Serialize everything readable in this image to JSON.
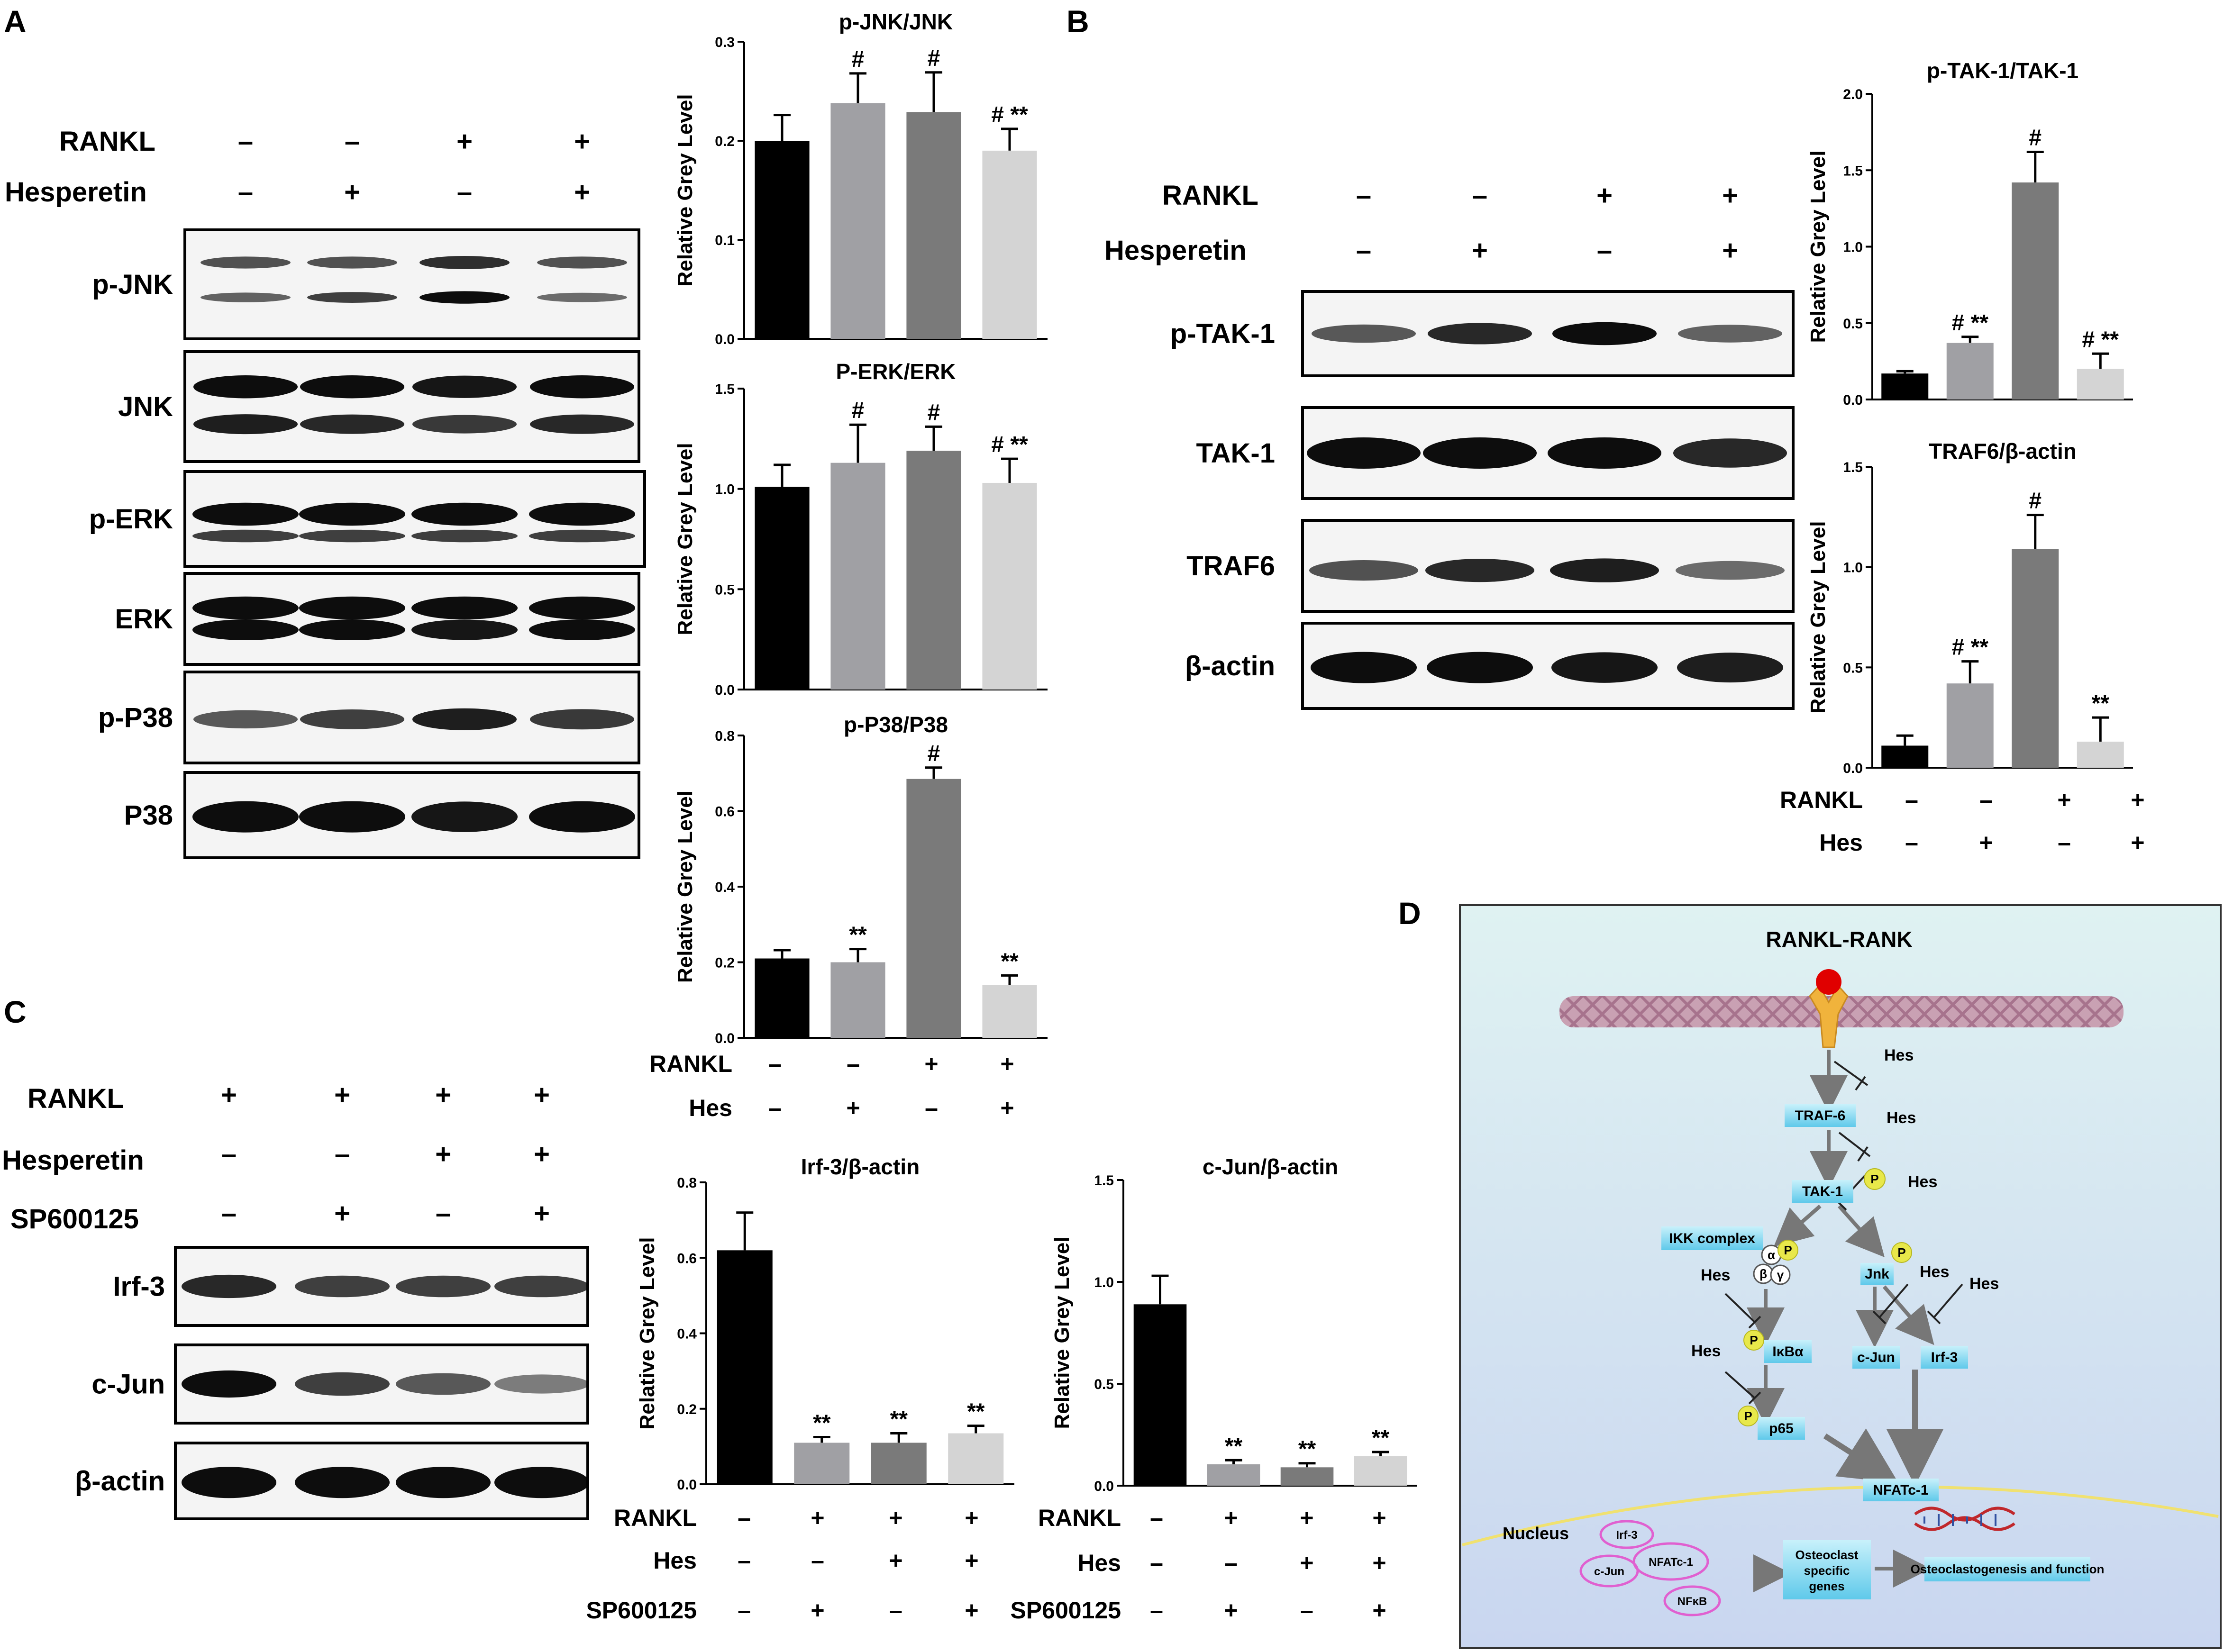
{
  "panels": {
    "A": "A",
    "B": "B",
    "C": "C",
    "D": "D"
  },
  "conditions": {
    "rankl": "RANKL",
    "hesperetin": "Hesperetin",
    "hes": "Hes",
    "sp": "SP600125",
    "plus": "+",
    "minus": "–"
  },
  "panelA": {
    "rankl_signs": [
      "–",
      "–",
      "+",
      "+"
    ],
    "hes_signs": [
      "–",
      "+",
      "–",
      "+"
    ],
    "blots": [
      "p-JNK",
      "JNK",
      "p-ERK",
      "ERK",
      "p-P38",
      "P38"
    ]
  },
  "panelB": {
    "rankl_signs": [
      "–",
      "–",
      "+",
      "+"
    ],
    "hes_signs": [
      "–",
      "+",
      "–",
      "+"
    ],
    "blots": [
      "p-TAK-1",
      "TAK-1",
      "TRAF6",
      "β-actin"
    ]
  },
  "panelC": {
    "rankl_signs": [
      "+",
      "+",
      "+",
      "+"
    ],
    "hes_signs": [
      "–",
      "–",
      "+",
      "+"
    ],
    "sp_signs": [
      "–",
      "+",
      "–",
      "+"
    ],
    "blots": [
      "Irf-3",
      "c-Jun",
      "β-actin"
    ]
  },
  "chart_data": [
    {
      "id": "pjnk",
      "type": "bar",
      "title": "p-JNK/JNK",
      "ylabel": "Relative Grey Level",
      "ylim": [
        0,
        0.3
      ],
      "ticks": [
        "0.0",
        "0.1",
        "0.2",
        "0.3"
      ],
      "tick_values": [
        0,
        0.1,
        0.2,
        0.3
      ],
      "values": [
        0.2,
        0.238,
        0.229,
        0.19
      ],
      "errors": [
        0.026,
        0.03,
        0.04,
        0.022
      ],
      "sig": [
        "",
        "#",
        "#",
        "# **"
      ],
      "conditions": {
        "RANKL": [
          "–",
          "–",
          "+",
          "+"
        ],
        "Hes": [
          "–",
          "+",
          "–",
          "+"
        ]
      }
    },
    {
      "id": "perk",
      "type": "bar",
      "title": "P-ERK/ERK",
      "ylabel": "Relative Grey Level",
      "ylim": [
        0,
        1.5
      ],
      "ticks": [
        "0.0",
        "0.5",
        "1.0",
        "1.5"
      ],
      "tick_values": [
        0,
        0.5,
        1.0,
        1.5
      ],
      "values": [
        1.01,
        1.13,
        1.19,
        1.03
      ],
      "errors": [
        0.11,
        0.19,
        0.12,
        0.12
      ],
      "sig": [
        "",
        "#",
        "#",
        "# **"
      ],
      "conditions": {
        "RANKL": [
          "–",
          "–",
          "+",
          "+"
        ],
        "Hes": [
          "–",
          "+",
          "–",
          "+"
        ]
      }
    },
    {
      "id": "pp38",
      "type": "bar",
      "title": "p-P38/P38",
      "ylabel": "Relative Grey Level",
      "ylim": [
        0,
        0.8
      ],
      "ticks": [
        "0.0",
        "0.2",
        "0.4",
        "0.6",
        "0.8"
      ],
      "tick_values": [
        0,
        0.2,
        0.4,
        0.6,
        0.8
      ],
      "values": [
        0.21,
        0.2,
        0.685,
        0.14
      ],
      "errors": [
        0.022,
        0.035,
        0.03,
        0.025
      ],
      "sig": [
        "",
        "**",
        "#",
        "**"
      ],
      "conditions": {
        "RANKL": [
          "–",
          "–",
          "+",
          "+"
        ],
        "Hes": [
          "–",
          "+",
          "–",
          "+"
        ]
      }
    },
    {
      "id": "ptak",
      "type": "bar",
      "title": "p-TAK-1/TAK-1",
      "ylabel": "Relative Grey Level",
      "ylim": [
        0,
        2.0
      ],
      "ticks": [
        "0.0",
        "0.5",
        "1.0",
        "1.5",
        "2.0"
      ],
      "tick_values": [
        0,
        0.5,
        1.0,
        1.5,
        2.0
      ],
      "values": [
        0.17,
        0.37,
        1.42,
        0.2
      ],
      "errors": [
        0.015,
        0.04,
        0.2,
        0.1
      ],
      "sig": [
        "",
        "# **",
        "#",
        "# **"
      ],
      "conditions": {
        "RANKL": [
          "–",
          "–",
          "+",
          "+"
        ],
        "Hes": [
          "–",
          "+",
          "–",
          "+"
        ]
      }
    },
    {
      "id": "traf6",
      "type": "bar",
      "title": "TRAF6/β-actin",
      "ylabel": "Relative Grey Level",
      "ylim": [
        0,
        1.5
      ],
      "ticks": [
        "0.0",
        "0.5",
        "1.0",
        "1.5"
      ],
      "tick_values": [
        0,
        0.5,
        1.0,
        1.5
      ],
      "values": [
        0.11,
        0.42,
        1.09,
        0.13
      ],
      "errors": [
        0.05,
        0.11,
        0.17,
        0.12
      ],
      "sig": [
        "",
        "# **",
        "#",
        "**"
      ],
      "conditions": {
        "RANKL": [
          "–",
          "–",
          "+",
          "+"
        ],
        "Hes": [
          "–",
          "+",
          "–",
          "+"
        ]
      }
    },
    {
      "id": "irf3",
      "type": "bar",
      "title": "Irf-3/β-actin",
      "ylabel": "Relative Grey Level",
      "ylim": [
        0,
        0.8
      ],
      "ticks": [
        "0.0",
        "0.2",
        "0.4",
        "0.6",
        "0.8"
      ],
      "tick_values": [
        0,
        0.2,
        0.4,
        0.6,
        0.8
      ],
      "values": [
        0.62,
        0.11,
        0.11,
        0.135
      ],
      "errors": [
        0.1,
        0.015,
        0.025,
        0.02
      ],
      "sig": [
        "",
        "**",
        "**",
        "**"
      ],
      "conditions": {
        "RANKL": [
          "–",
          "+",
          "+",
          "+"
        ],
        "Hes": [
          "–",
          "–",
          "+",
          "+"
        ],
        "SP600125": [
          "–",
          "+",
          "–",
          "+"
        ]
      }
    },
    {
      "id": "cjun",
      "type": "bar",
      "title": "c-Jun/β-actin",
      "ylabel": "Relative Grey Level",
      "ylim": [
        0,
        1.5
      ],
      "ticks": [
        "0.0",
        "0.5",
        "1.0",
        "1.5"
      ],
      "tick_values": [
        0,
        0.5,
        1.0,
        1.5
      ],
      "values": [
        0.89,
        0.105,
        0.09,
        0.145
      ],
      "errors": [
        0.14,
        0.02,
        0.02,
        0.02
      ],
      "sig": [
        "",
        "**",
        "**",
        "**"
      ],
      "conditions": {
        "RANKL": [
          "–",
          "+",
          "+",
          "+"
        ],
        "Hes": [
          "–",
          "–",
          "+",
          "+"
        ],
        "SP600125": [
          "–",
          "+",
          "–",
          "+"
        ]
      }
    }
  ],
  "bar_colors": [
    "#000000",
    "#a0a0a4",
    "#7a7a7a",
    "#d4d4d4"
  ],
  "diagram": {
    "title": "RANKL-RANK",
    "traf6": "TRAF-6",
    "tak1": "TAK-1",
    "ikk": "IKK complex",
    "jnk": "Jnk",
    "ikba": "IκBα",
    "p65": "p65",
    "cjun": "c-Jun",
    "irf3": "Irf-3",
    "nfatc1": "NFATc-1",
    "hes": "Hes",
    "p": "P",
    "alpha": "α",
    "beta": "β",
    "gamma": "γ",
    "nucleus": "Nucleus",
    "n_irf3": "Irf-3",
    "n_cjun": "c-Jun",
    "n_nfatc1": "NFATc-1",
    "n_nfkb": "NFκB",
    "osteo_l1": "Osteoclast",
    "osteo_l2": "specific",
    "osteo_l3": "genes",
    "function": "Osteoclastogenesis and function",
    "bg_color": "#dcedf5",
    "box_color": "#7fd6ef"
  }
}
